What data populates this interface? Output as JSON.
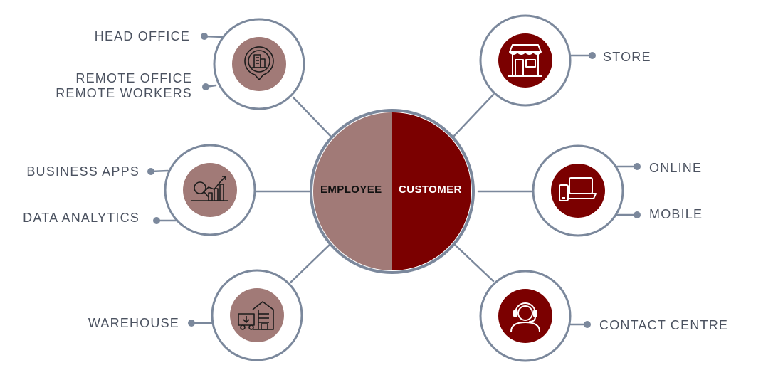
{
  "hub": {
    "left_label": "EMPLOYEE",
    "right_label": "CUSTOMER"
  },
  "nodes": {
    "office": {
      "icon": "office-building-location-icon",
      "labels": [
        "HEAD OFFICE",
        "REMOTE OFFICE",
        "REMOTE WORKERS"
      ]
    },
    "analytics": {
      "icon": "analytics-chart-icon",
      "labels": [
        "BUSINESS APPS",
        "DATA ANALYTICS"
      ]
    },
    "warehouse": {
      "icon": "warehouse-truck-icon",
      "labels": [
        "WAREHOUSE"
      ]
    },
    "store": {
      "icon": "storefront-icon",
      "labels": [
        "STORE"
      ]
    },
    "devices": {
      "icon": "laptop-phone-icon",
      "labels": [
        "ONLINE",
        "MOBILE"
      ]
    },
    "contact": {
      "icon": "headset-agent-icon",
      "labels": [
        "CONTACT CENTRE"
      ]
    }
  },
  "colors": {
    "employee": "#a17a77",
    "customer": "#7b0000",
    "ring": "#7b889c",
    "text": "#4b5260"
  }
}
